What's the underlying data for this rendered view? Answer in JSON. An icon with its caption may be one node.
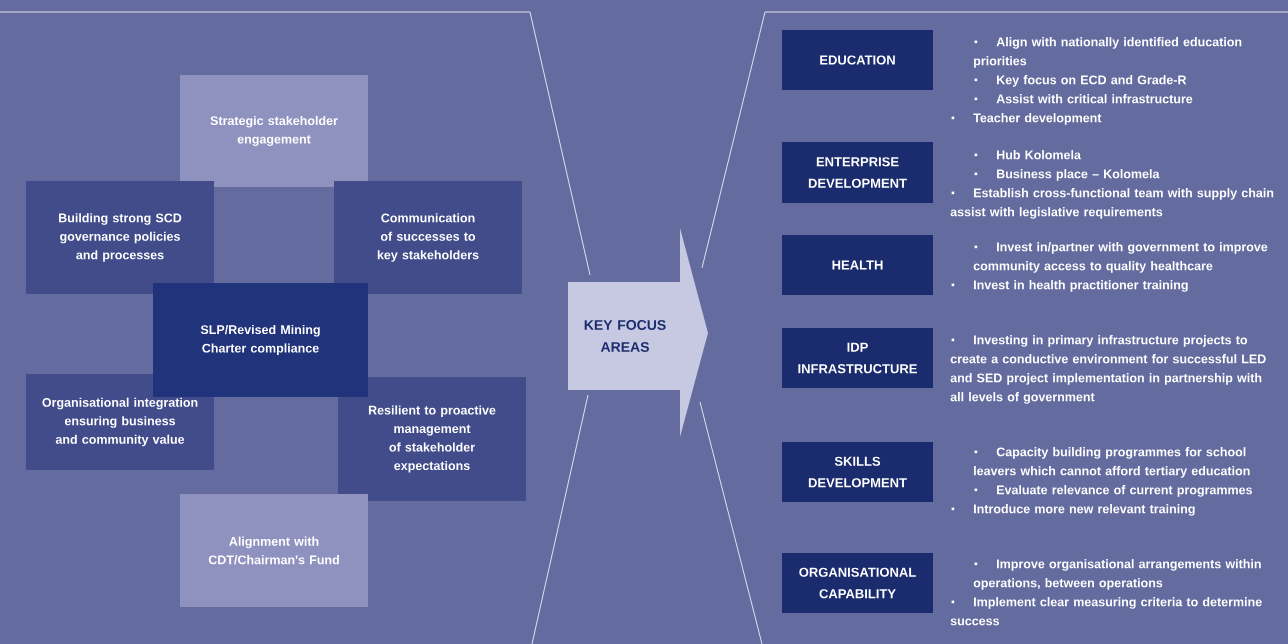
{
  "diagram": {
    "nodes": [
      {
        "text": [
          "Strategic stakeholder engagement"
        ]
      },
      {
        "text": [
          "Building strong SCD governance policies and processes"
        ]
      },
      {
        "text": [
          "Communication of successes to key stakeholders"
        ]
      },
      {
        "text": [
          "SLP/Revised Mining Charter compliance"
        ]
      },
      {
        "text": [
          "Organisational integration ensuring business and community value"
        ]
      },
      {
        "text": [
          "Resilient to proactive management of stakeholder expectations"
        ]
      },
      {
        "text": [
          "Alignment with CDT/Chairman's Fund"
        ]
      },
      {
        "text": [
          "KEY FOCUS AREAS"
        ]
      },
      {
        "text": [
          "EDUCATION"
        ],
        "beside": [
          "Align with nationally identified education priorities",
          "Key focus on ECD and Grade-R",
          "Assist with critical infrastructure",
          "Teacher development"
        ]
      },
      {
        "text": [
          "ENTERPRISE DEVELOPMENT"
        ],
        "beside": [
          "Hub Kolomela",
          "Business place – Kolomela",
          "Establish cross-functional team with supply chain assist with legislative requirements"
        ]
      },
      {
        "text": [
          "HEALTH"
        ],
        "beside": [
          "Invest in/partner with government to improve community access to quality healthcare",
          "Invest in health practitioner training"
        ]
      },
      {
        "text": [
          "IDP INFRASTRUCTURE"
        ],
        "beside": [
          "Investing in primary infrastructure projects to create a conductive environment for successful LED and SED project implementation in partnership with all levels of government"
        ]
      },
      {
        "text": [
          "SKILLS DEVELOPMENT"
        ],
        "beside": [
          "Capacity building programmes for school leavers which cannot afford tertiary education",
          "Evaluate relevance of current programmes",
          "Introduce more new relevant training"
        ]
      },
      {
        "text": [
          "ORGANISATIONAL CAPABILITY"
        ],
        "beside": [
          "Improve organisational arrangements within operations, between operations",
          "Implement clear measuring criteria to determine success"
        ]
      }
    ]
  }
}
